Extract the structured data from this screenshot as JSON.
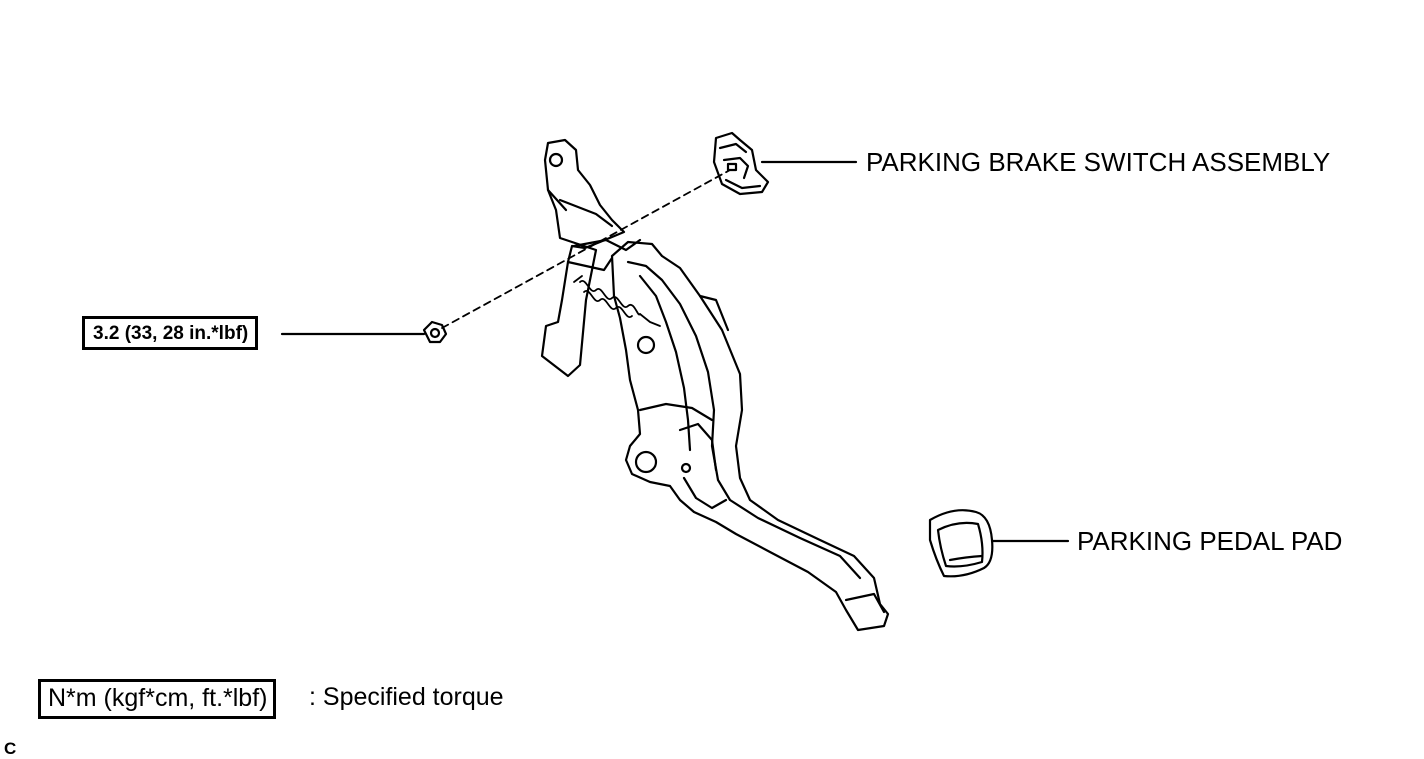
{
  "labels": {
    "parking_brake_switch": "PARKING BRAKE SWITCH ASSEMBLY",
    "parking_pedal_pad": "PARKING PEDAL PAD"
  },
  "torque": {
    "bolt_spec": "3.2 (33, 28 in.*lbf)"
  },
  "legend": {
    "unit_box": "N*m (kgf*cm, ft.*lbf)",
    "description": ": Specified torque"
  },
  "corner_code": "C"
}
